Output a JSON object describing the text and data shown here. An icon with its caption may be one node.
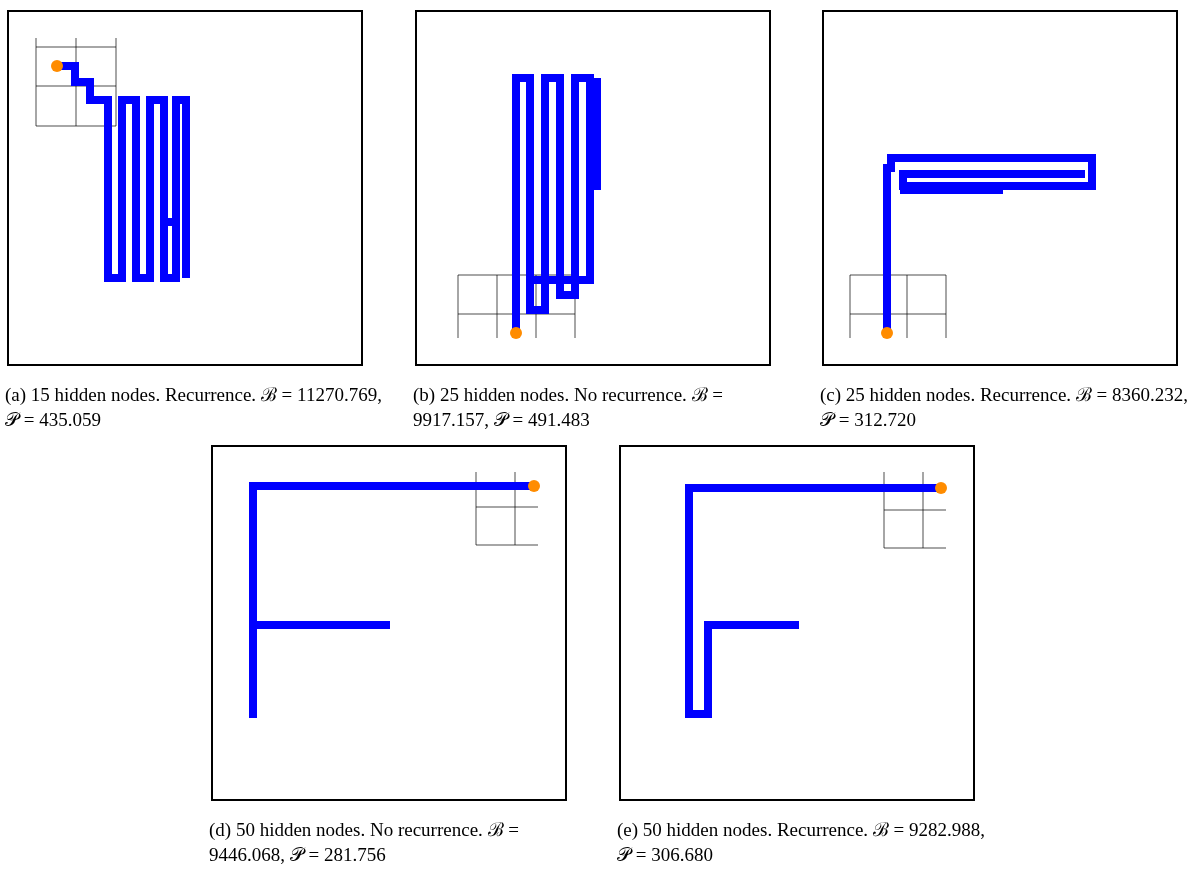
{
  "diagram": {
    "nodes": [
      {
        "text": [],
        "shape": "box",
        "beside": [
          "(a) 15 hidden nodes. Recurrence. ℬ = 11270.769, 𝒫 = 435.059"
        ]
      },
      {
        "text": [],
        "shape": "box",
        "beside": [
          "(b) 25 hidden nodes. No recurrence. ℬ = 9917.157, 𝒫 = 491.483"
        ]
      },
      {
        "text": [],
        "shape": "box",
        "beside": [
          "(c) 25 hidden nodes. Recurrence. ℬ = 8360.232, 𝒫 = 312.720"
        ]
      },
      {
        "text": [],
        "shape": "box",
        "beside": [
          "(d) 50 hidden nodes. No recurrence. ℬ = 9446.068, 𝒫 = 281.756"
        ]
      },
      {
        "text": [],
        "shape": "box",
        "beside": [
          "(e) 50 hidden nodes. Recurrence. ℬ = 9282.988, 𝒫 = 306.680"
        ]
      }
    ],
    "edges": []
  }
}
